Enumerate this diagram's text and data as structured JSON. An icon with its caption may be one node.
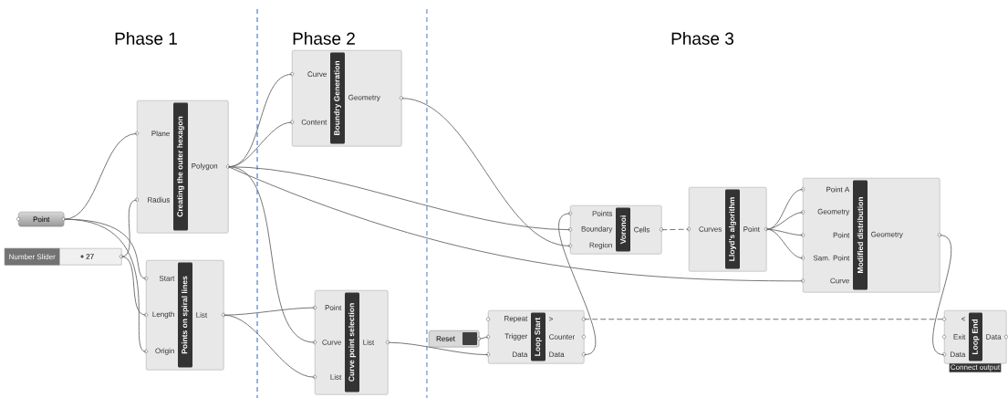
{
  "diagram": {
    "nodes": [
      {
        "text": [
          "Point"
        ]
      },
      {
        "text": [
          "Number Slider",
          "27"
        ]
      },
      {
        "text": [
          "Creating the outer hexagon",
          "Plane",
          "Radius",
          "Polygon"
        ]
      },
      {
        "text": [
          "Points on spiral lines",
          "Start",
          "Length",
          "Origin",
          "List"
        ]
      },
      {
        "text": [
          "Boundry Generation",
          "Curve",
          "Content",
          "Geometry"
        ]
      },
      {
        "text": [
          "Curve point selection",
          "Point",
          "Curve",
          "List",
          "List"
        ]
      },
      {
        "text": [
          "Reset"
        ]
      },
      {
        "text": [
          "Loop Start",
          "Repeat",
          "Trigger",
          "Data",
          ">",
          "Counter",
          "Data"
        ]
      },
      {
        "text": [
          "Voronoi",
          "Points",
          "Boundary",
          "Region",
          "Cells"
        ]
      },
      {
        "text": [
          "Lloyd's algorithm",
          "Curves",
          "Point"
        ]
      },
      {
        "text": [
          "Modified distribution",
          "Point A",
          "Geometry",
          "Point",
          "Sam. Point",
          "Curve",
          "Geometry"
        ]
      },
      {
        "text": [
          "Loop End",
          "<",
          "Exit",
          "Data",
          "Data"
        ],
        "beside": [
          "Connect output"
        ]
      }
    ],
    "edges": [
      {
        "from": 0,
        "to": 2,
        "arrow": "none"
      },
      {
        "from": 0,
        "to": 3,
        "arrow": "none"
      },
      {
        "from": 1,
        "to": 2,
        "arrow": "none"
      },
      {
        "from": 1,
        "to": 3,
        "arrow": "none"
      },
      {
        "from": 0,
        "to": 3,
        "arrow": "none"
      },
      {
        "from": 2,
        "to": 4,
        "arrow": "none"
      },
      {
        "from": 2,
        "to": 4,
        "arrow": "none"
      },
      {
        "from": 2,
        "to": 8,
        "arrow": "none"
      },
      {
        "from": 2,
        "to": 10,
        "arrow": "none"
      },
      {
        "from": 2,
        "to": 5,
        "arrow": "none"
      },
      {
        "from": 4,
        "to": 8,
        "arrow": "none"
      },
      {
        "from": 3,
        "to": 5,
        "arrow": "none"
      },
      {
        "from": 3,
        "to": 5,
        "arrow": "none"
      },
      {
        "from": 5,
        "to": 7,
        "arrow": "none"
      },
      {
        "from": 6,
        "to": 7,
        "arrow": "none"
      },
      {
        "from": 7,
        "to": 8,
        "arrow": "none"
      },
      {
        "from": 8,
        "to": 9,
        "arrow": "none",
        "style": "dashed"
      },
      {
        "from": 9,
        "to": 10,
        "arrow": "none"
      },
      {
        "from": 9,
        "to": 10,
        "arrow": "none"
      },
      {
        "from": 9,
        "to": 10,
        "arrow": "none"
      },
      {
        "from": 9,
        "to": 10,
        "arrow": "none"
      },
      {
        "from": 10,
        "to": 11,
        "arrow": "none"
      },
      {
        "from": 7,
        "to": 11,
        "arrow": "none",
        "style": "dashed"
      }
    ],
    "labels": [
      "Phase 1",
      "Phase 2",
      "Phase 3"
    ]
  }
}
